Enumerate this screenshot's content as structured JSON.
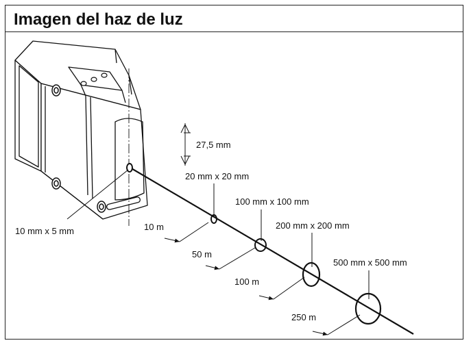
{
  "title": "Imagen del haz de luz",
  "labels": {
    "height_offset": "27,5 mm",
    "spot_origin": "10 mm x 5 mm",
    "spot_10m": "20 mm x 20 mm",
    "spot_50m": "100 mm x 100 mm",
    "spot_100m": "200 mm x 200 mm",
    "spot_250m": "500 mm x 500 mm",
    "dist_10m": "10 m",
    "dist_50m": "50 m",
    "dist_100m": "100 m",
    "dist_250m": "250 m"
  }
}
